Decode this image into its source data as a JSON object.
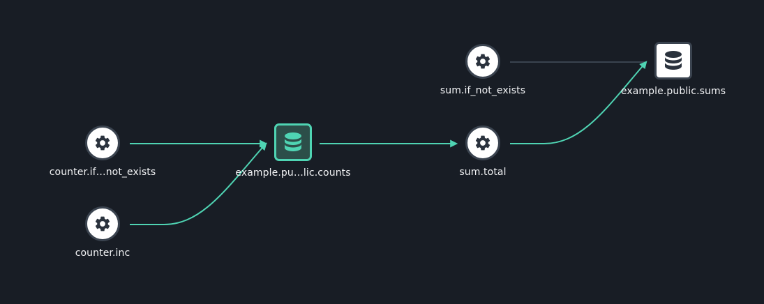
{
  "colors": {
    "background": "#181d25",
    "edge_active": "#4fd4b3",
    "edge_inactive": "#3a434f",
    "node_fill": "#ffffff",
    "selected_fill": "#2c4e49",
    "icon_dark": "#2a323d"
  },
  "nodes": {
    "counter_if_not_exists": {
      "label": "counter.if…not_exists",
      "icon": "gear-icon"
    },
    "counter_inc": {
      "label": "counter.inc",
      "icon": "gear-icon"
    },
    "counts": {
      "label": "example.pu…lic.counts",
      "icon": "database-icon",
      "selected": true
    },
    "sum_if_not_exists": {
      "label": "sum.if_not_exists",
      "icon": "gear-icon"
    },
    "sum_total": {
      "label": "sum.total",
      "icon": "gear-icon"
    },
    "sums": {
      "label": "example.public.sums",
      "icon": "database-icon"
    }
  },
  "edges": [
    {
      "from": "counter_if_not_exists",
      "to": "counts",
      "active": true
    },
    {
      "from": "counter_inc",
      "to": "counts",
      "active": true
    },
    {
      "from": "counts",
      "to": "sum_total",
      "active": true
    },
    {
      "from": "sum_if_not_exists",
      "to": "sums",
      "active": false
    },
    {
      "from": "sum_total",
      "to": "sums",
      "active": true
    }
  ]
}
